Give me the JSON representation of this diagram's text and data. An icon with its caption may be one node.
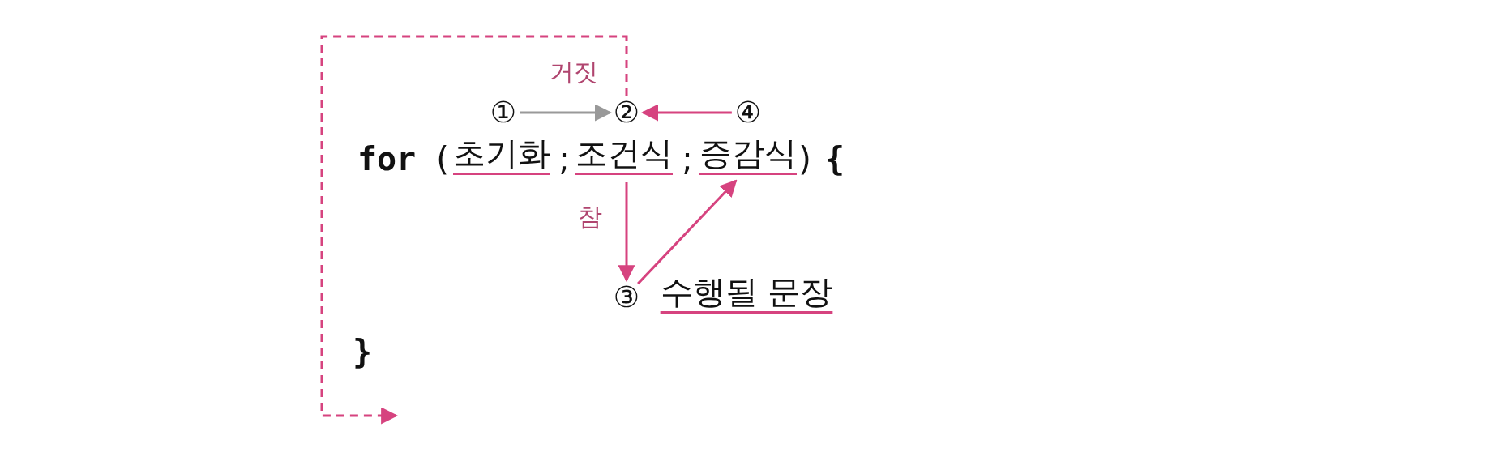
{
  "diagram": {
    "nodes": [
      {
        "text": [
          "①"
        ]
      },
      {
        "text": [
          "②"
        ]
      },
      {
        "text": [
          "④"
        ]
      },
      {
        "text": [
          "초기화"
        ]
      },
      {
        "text": [
          "조건식"
        ]
      },
      {
        "text": [
          "증감식"
        ]
      },
      {
        "text": [
          "③"
        ]
      },
      {
        "text": [
          "수행될 문장"
        ]
      }
    ],
    "edges": [
      {
        "from": 0,
        "to": 1,
        "arrow": "to",
        "color": "#999999"
      },
      {
        "from": 2,
        "to": 1,
        "arrow": "to"
      },
      {
        "from": 4,
        "to": 6,
        "arrow": "to",
        "label": "참"
      },
      {
        "from": 6,
        "to": 5,
        "arrow": "to"
      },
      {
        "from": 1,
        "to": null,
        "arrow": "to",
        "style": "dashed",
        "label": "거짓"
      }
    ],
    "labels": [
      "for",
      "(",
      ";",
      ";",
      ")",
      "{",
      "}"
    ]
  }
}
